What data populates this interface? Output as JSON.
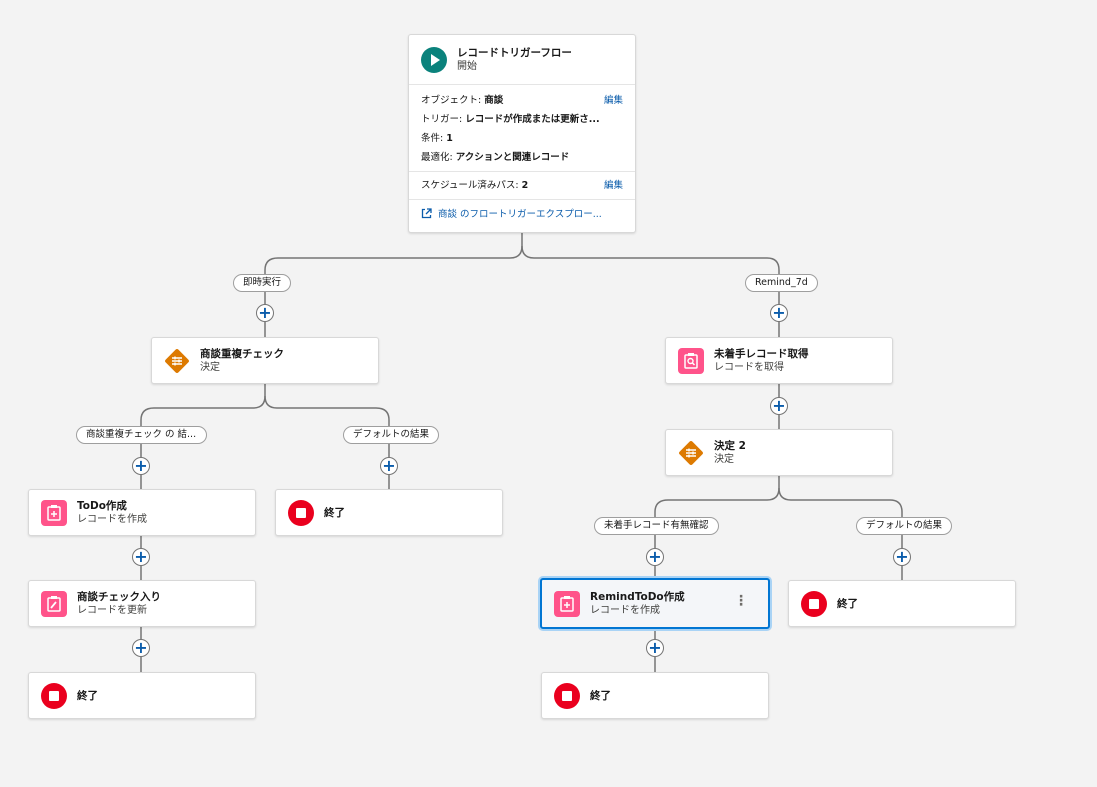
{
  "start": {
    "title": "レコードトリガーフロー",
    "subtitle": "開始",
    "object_label": "オブジェクト: ",
    "object_value": "商談",
    "trigger_label": "トリガー: ",
    "trigger_value": "レコードが作成または更新さ...",
    "condition_label": "条件: ",
    "condition_value": "1",
    "optimize_label": "最適化: ",
    "optimize_value": "アクションと関連レコード",
    "scheduled_label": "スケジュール済みパス: ",
    "scheduled_value": "2",
    "edit_label": "編集",
    "explorer_link": "商談 のフロートリガーエクスプロー..."
  },
  "paths": {
    "immediate": "即時実行",
    "remind": "Remind_7d"
  },
  "left": {
    "decision_title": "商談重複チェック",
    "decision_sub": "決定",
    "outcome_main": "商談重複チェック の 結...",
    "outcome_default": "デフォルトの結果",
    "todo_title": "ToDo作成",
    "todo_sub": "レコードを作成",
    "update_title": "商談チェック入り",
    "update_sub": "レコードを更新",
    "end_label": "終了",
    "default_end_label": "終了"
  },
  "right": {
    "get_title": "未着手レコード取得",
    "get_sub": "レコードを取得",
    "decision_title": "決定 2",
    "decision_sub": "決定",
    "outcome_main": "未着手レコード有無確認",
    "outcome_default": "デフォルトの結果",
    "remind_title": "RemindToDo作成",
    "remind_sub": "レコードを作成",
    "end_label": "終了",
    "default_end_label": "終了"
  },
  "colors": {
    "start": "#0b827c",
    "decision": "#dd7a01",
    "record": "#ff538a",
    "end": "#ea001e",
    "link": "#0b5cab"
  }
}
